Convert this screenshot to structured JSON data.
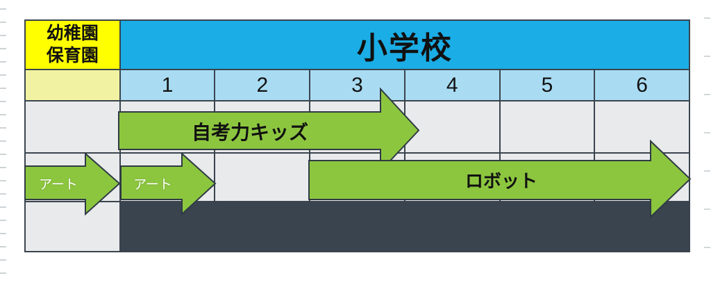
{
  "table": {
    "kindergarten": {
      "line1": "幼稚園",
      "line2": "保育園"
    },
    "elementary": "小学校",
    "grades": [
      "1",
      "2",
      "3",
      "4",
      "5",
      "6"
    ]
  },
  "programs": {
    "jikoryoku": {
      "label": "自考力キッズ",
      "span": "小学校 1〜3"
    },
    "art_preschool": {
      "label": "アート",
      "span": "幼稚園・保育園"
    },
    "art_grade1": {
      "label": "アート",
      "span": "小学校 1"
    },
    "robot": {
      "label": "ロボット",
      "span": "小学校 3〜6"
    }
  },
  "colors": {
    "kindergarten_yellow": "#ffff00",
    "elementary_cyan": "#1bade6",
    "grade_blue": "#a9dcf2",
    "pale_yellow": "#f1f3a2",
    "program_green": "#8cc63f",
    "arrow_outline": "#2f3a44",
    "grid_line": "#3a444e",
    "empty_cell_gray": "#e9eaec"
  }
}
